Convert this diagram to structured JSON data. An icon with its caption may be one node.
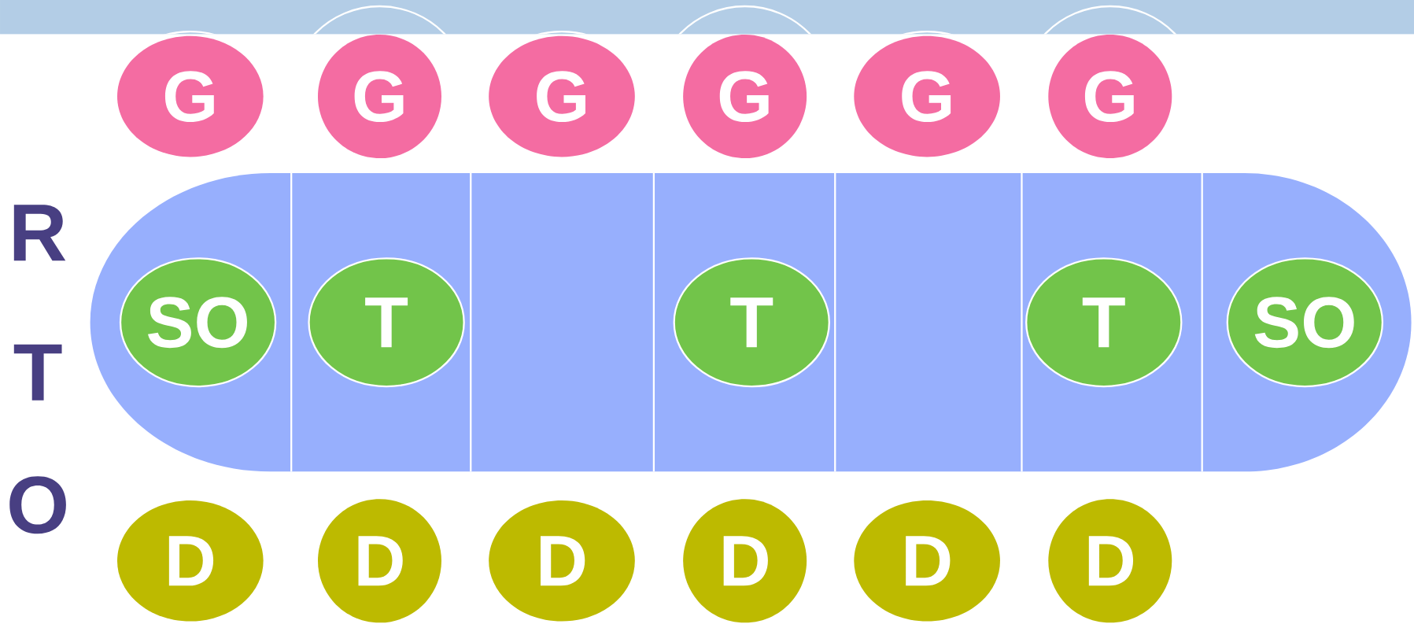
{
  "diagram": {
    "nodes": [
      {
        "text": [
          "G"
        ]
      },
      {
        "text": [
          "G"
        ]
      },
      {
        "text": [
          "G"
        ]
      },
      {
        "text": [
          "G"
        ]
      },
      {
        "text": [
          "G"
        ]
      },
      {
        "text": [
          "G"
        ]
      },
      {
        "text": [],
        "shape": "box"
      },
      {
        "text": [
          "SO"
        ],
        "in": 6
      },
      {
        "text": [],
        "shape": "box"
      },
      {
        "text": [
          "T"
        ],
        "in": 8
      },
      {
        "text": [],
        "shape": "box"
      },
      {
        "text": [],
        "shape": "box"
      },
      {
        "text": [
          "T"
        ],
        "in": 11
      },
      {
        "text": [],
        "shape": "box"
      },
      {
        "text": [],
        "shape": "box"
      },
      {
        "text": [
          "T"
        ],
        "in": 14
      },
      {
        "text": [],
        "shape": "box"
      },
      {
        "text": [
          "SO"
        ],
        "in": 16
      },
      {
        "text": [
          "D"
        ]
      },
      {
        "text": [
          "D"
        ]
      },
      {
        "text": [
          "D"
        ]
      },
      {
        "text": [
          "D"
        ]
      },
      {
        "text": [
          "D"
        ]
      },
      {
        "text": [
          "D"
        ]
      }
    ],
    "labels": [
      "R",
      "T",
      "O"
    ]
  }
}
